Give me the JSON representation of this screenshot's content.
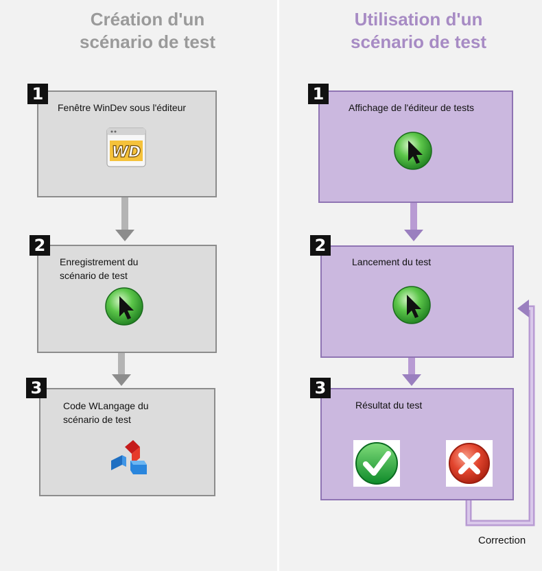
{
  "left_column": {
    "title": "Création d'un\nscénario de test",
    "steps": [
      {
        "number": "1",
        "label": "Fenêtre WinDev sous l'éditeur",
        "icon": "windev-logo-icon",
        "logo_text": "WD"
      },
      {
        "number": "2",
        "label": "Enregistrement du\nscénario de test",
        "icon": "cursor-button-icon"
      },
      {
        "number": "3",
        "label": "Code WLangage du\nscénario de test",
        "icon": "wlangage-icon"
      }
    ]
  },
  "right_column": {
    "title": "Utilisation d'un\nscénario de test",
    "steps": [
      {
        "number": "1",
        "label": "Affichage de l'éditeur de tests",
        "icon": "cursor-button-icon"
      },
      {
        "number": "2",
        "label": "Lancement du test",
        "icon": "cursor-button-icon"
      },
      {
        "number": "3",
        "label": "Résultat du test",
        "icons": [
          "check-success-icon",
          "cross-failure-icon"
        ]
      }
    ],
    "loop_label": "Correction"
  },
  "colors": {
    "left_title": "#9a9a9a",
    "right_title": "#a78bc4",
    "grey_box": "#dcdcdc",
    "purple_box": "#cbb8df",
    "grey_arrow": "#b4b4b4",
    "purple_arrow": "#b89bd3"
  }
}
